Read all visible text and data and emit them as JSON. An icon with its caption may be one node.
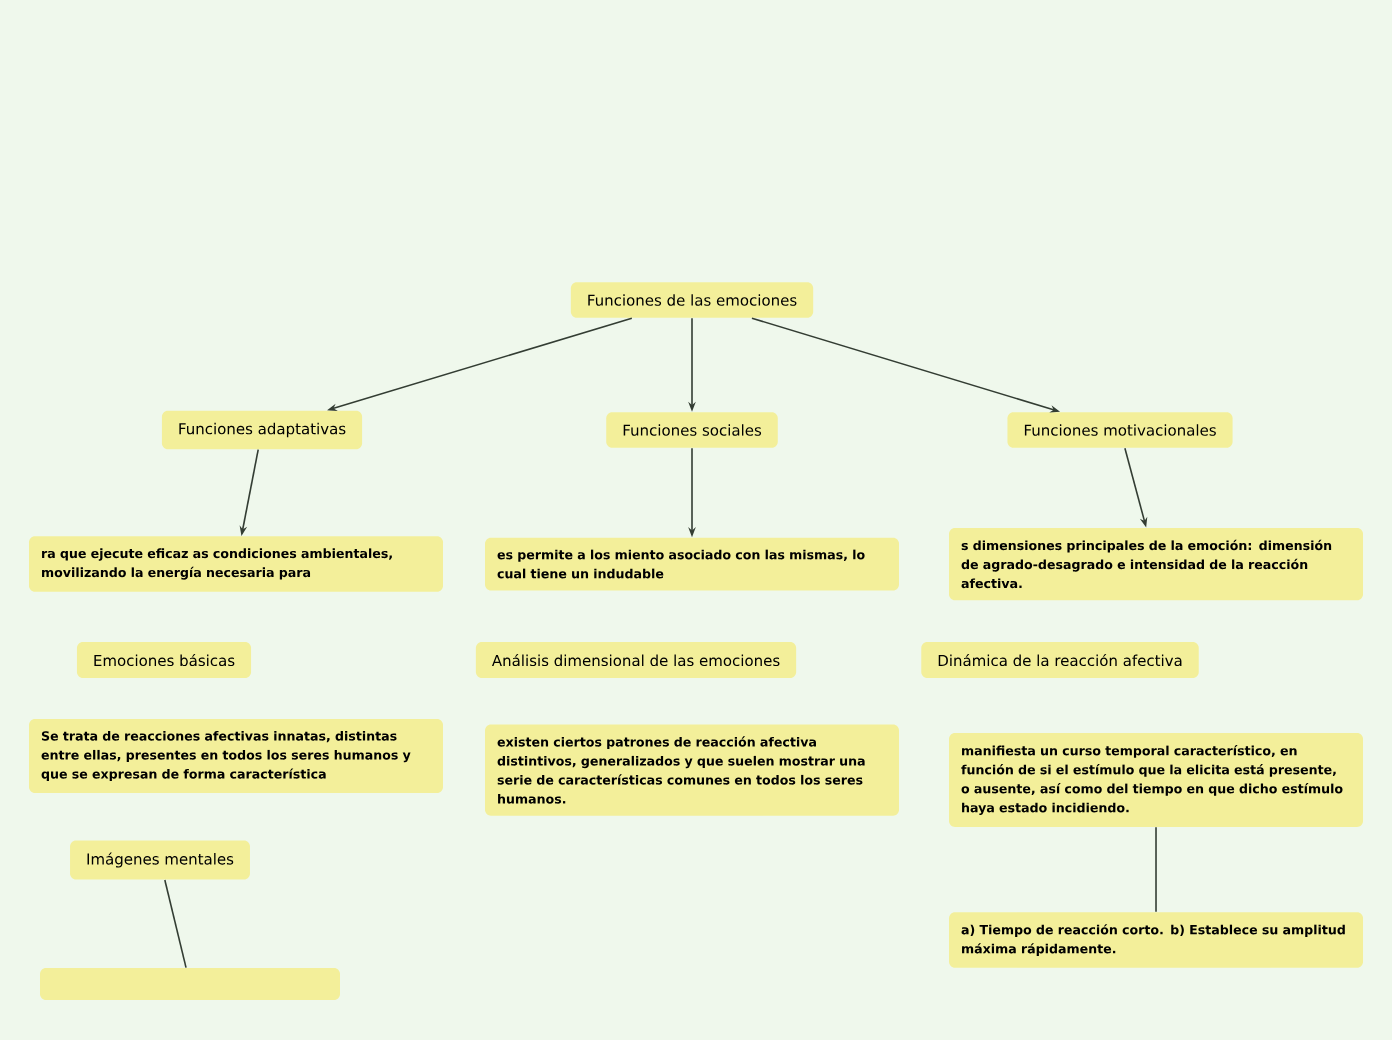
{
  "diagram": {
    "nodes": [
      {
        "text": [
          "Funciones de las emociones"
        ]
      },
      {
        "text": [
          "Funciones adaptativas"
        ]
      },
      {
        "text": [
          "Funciones sociales"
        ]
      },
      {
        "text": [
          "Funciones motivacionales"
        ]
      },
      {
        "text": [
          "ra que ejecute eficaz as condiciones ambientales, movilizando la energía necesaria para"
        ]
      },
      {
        "text": [
          "Emociones básicas"
        ]
      },
      {
        "text": [
          "Se trata de reacciones afectivas innatas, distintas entre ellas, presentes en todos los seres humanos y que se expresan de forma característica"
        ]
      },
      {
        "text": [
          "Imágenes mentales"
        ]
      },
      {
        "text": [],
        "shape": "box"
      },
      {
        "text": [
          "es permite a los miento asociado con las mismas, lo cual tiene un indudable"
        ]
      },
      {
        "text": [
          "Análisis dimensional de las emociones"
        ]
      },
      {
        "text": [
          "existen ciertos patrones de reacción afectiva distintivos, generalizados y que suelen mostrar una serie de características comunes en todos los seres humanos."
        ]
      },
      {
        "text": [
          "s dimensiones principales de la emoción: dimensión de agrado-desagrado e intensidad de la reacción afectiva."
        ]
      },
      {
        "text": [
          "Dinámica de la reacción afectiva"
        ]
      },
      {
        "text": [
          "manifiesta un curso temporal característico, en función de si el estímulo que la elicita está presente, o ausente, así como del tiempo en que dicho estímulo haya estado incidiendo."
        ]
      },
      {
        "text": [
          "a) Tiempo de reacción corto. b) Establece su amplitud máxima rápidamente."
        ]
      }
    ],
    "edges": [
      {
        "from": 0,
        "to": 1,
        "arrow": "to"
      },
      {
        "from": 0,
        "to": 2,
        "arrow": "to"
      },
      {
        "from": 0,
        "to": 3,
        "arrow": "to"
      },
      {
        "from": 1,
        "to": 4,
        "arrow": "to"
      },
      {
        "from": 2,
        "to": 9,
        "arrow": "to"
      },
      {
        "from": 3,
        "to": 12,
        "arrow": "to"
      },
      {
        "from": 7,
        "to": 8,
        "arrow": "none"
      },
      {
        "from": 14,
        "to": 15,
        "arrow": "none"
      }
    ]
  }
}
